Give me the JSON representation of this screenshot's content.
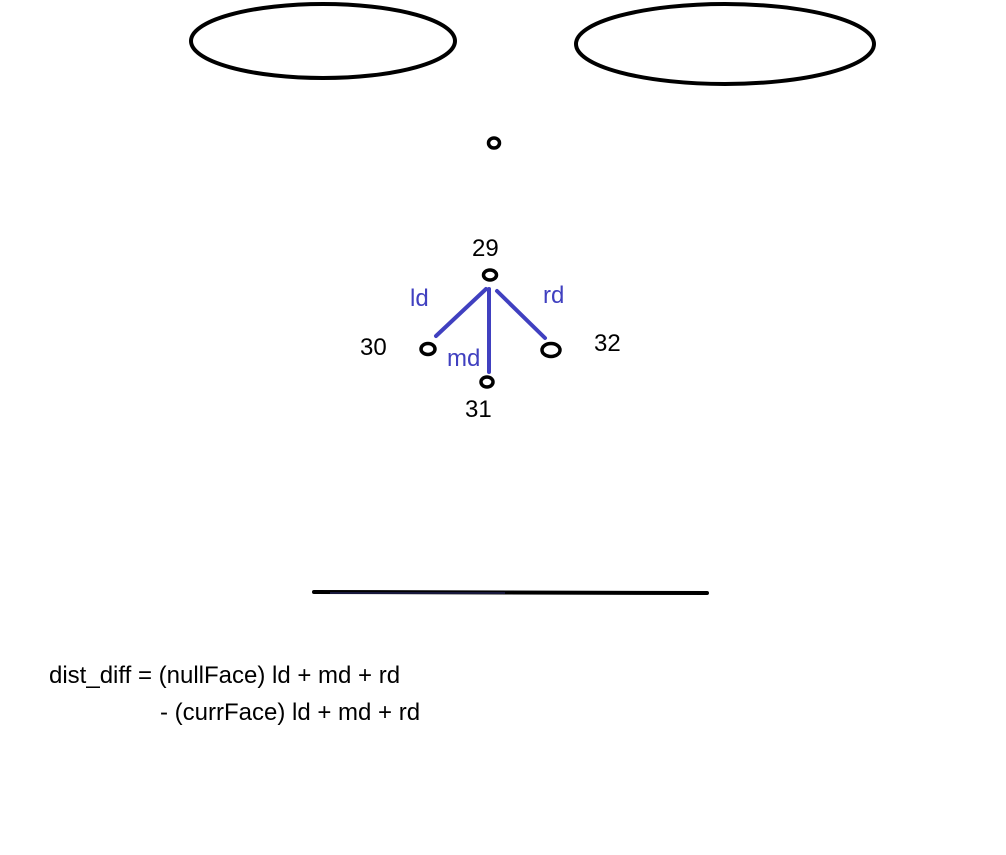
{
  "colors": {
    "stroke": "#000000",
    "distance": "#4040c0"
  },
  "points": {
    "p29": "29",
    "p30": "30",
    "p31": "31",
    "p32": "32"
  },
  "distances": {
    "left": "ld",
    "middle": "md",
    "right": "rd"
  },
  "formula": {
    "line1": "dist_diff = (nullFace) ld + md + rd",
    "line2": "- (currFace) ld + md + rd"
  }
}
